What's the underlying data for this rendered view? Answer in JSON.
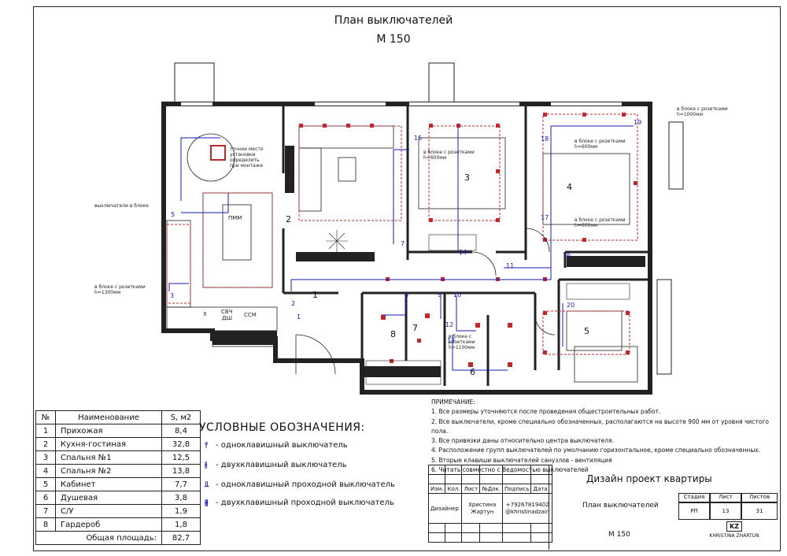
{
  "header": {
    "title": "План выключателей",
    "scale": "М 150"
  },
  "plan_labels": {
    "exact_place": [
      "точное место",
      "установки",
      "определить",
      "при монтаже"
    ],
    "switches_in_block": "выключатели в блоке",
    "block_socket_1300": [
      "в блоке с розетками",
      "h=1300мм"
    ],
    "block_socket_600_a": [
      "в блоке с розетками",
      "h=600мм"
    ],
    "block_socket_600_b": [
      "в блоке с розетками",
      "h=600мм"
    ],
    "block_socket_600_c": [
      "в блоке с розетками",
      "h=600мм"
    ],
    "block_socket_1000": [
      "в блоке с розетками",
      "h=1000мм"
    ],
    "block_socket_1100": [
      "в блоке с",
      "розетками",
      "h=1100мм"
    ],
    "kitchen_labels": [
      "ПММ",
      "X",
      "СВЧ",
      "ДШ",
      "ССМ"
    ]
  },
  "rooms_on_plan": [
    "1",
    "2",
    "3",
    "4",
    "5",
    "6",
    "7",
    "8"
  ],
  "switch_numbers": [
    "1",
    "2",
    "3",
    "5",
    "7",
    "8",
    "9",
    "10",
    "11",
    "12",
    "13",
    "14",
    "15",
    "16",
    "17",
    "18",
    "19",
    "20"
  ],
  "rooms_table": {
    "headers": [
      "№",
      "Наименование",
      "S, м2"
    ],
    "rows": [
      [
        "1",
        "Прихожая",
        "8,4"
      ],
      [
        "2",
        "Кухня-гостиная",
        "32,8"
      ],
      [
        "3",
        "Спальня №1",
        "12,5"
      ],
      [
        "4",
        "Спальня №2",
        "13,8"
      ],
      [
        "5",
        "Кабинет",
        "7,7"
      ],
      [
        "6",
        "Душевая",
        "3,8"
      ],
      [
        "7",
        "С/У",
        "1,9"
      ],
      [
        "8",
        "Гардероб",
        "1,8"
      ]
    ],
    "total_label": "Общая площадь:",
    "total_value": "82,7"
  },
  "legend": {
    "title": "УСЛОВНЫЕ ОБОЗНАЧЕНИЯ:",
    "items": [
      "- одноклавишный выключатель",
      "- двухклавишный выключатель",
      "- одноклавишный проходной выключатель",
      "- двухклавишный проходной выключатель"
    ]
  },
  "notes": {
    "title": "ПРИМЕЧАНИЕ:",
    "items": [
      "1. Все размеры уточняются после проведения общестроительных работ.",
      "2. Все выключатели, кроме специально обозначенных, располагаются на высоте 900 мм от уровня чистого пола.",
      "3. Все привязки даны относительно центра выключателя.",
      "4. Расположение групп выключателей по умолчанию горизонтальное, кроме специально обозначенных.",
      "5. Вторые клавиши выключателей санузлов - вентиляция",
      "6. Читать совместно с Ведомостью выключателей"
    ]
  },
  "stamp": {
    "col_headers": [
      "Изм.",
      "Кол.",
      "Лист",
      "№Док.",
      "Подпись",
      "Дата"
    ],
    "role": "Дизайнер",
    "name": [
      "Христина",
      "Жартун"
    ],
    "contacts": [
      "+79267819402",
      "@khristinadzain"
    ],
    "project": "Дизайн проект квартиры",
    "sheet_name": "План выключателей",
    "scale": "М 150",
    "stage_label": "Стадия",
    "sheet_label": "Лист",
    "sheets_label": "Листов",
    "stage": "РП",
    "sheet": "13",
    "sheets": "31",
    "logo_mark": "KZ",
    "logo_text": "KHRISTINA ZHARTUN"
  },
  "colors": {
    "wall": "#222222",
    "wiring": "#1a1ab8",
    "outlet": "#c0282d"
  }
}
